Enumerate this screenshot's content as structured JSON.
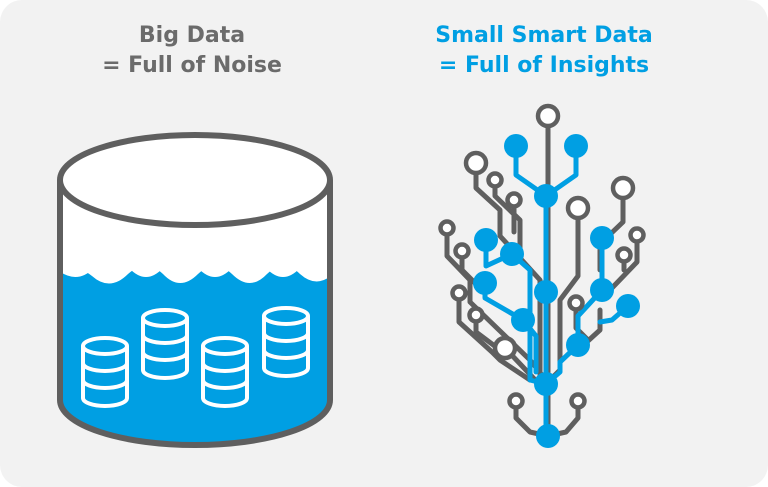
{
  "left_panel": {
    "title_line1": "Big Data",
    "title_line2": "= Full of Noise",
    "title_color": "#6b6b6b",
    "icon": "database-cylinder-icon"
  },
  "right_panel": {
    "title_line1": "Small Smart Data",
    "title_line2": "= Full of Insights",
    "title_color": "#009fe3",
    "icon": "circuit-tree-icon"
  },
  "colors": {
    "background": "#f2f2f2",
    "outline_gray": "#5f5f5f",
    "accent_blue": "#009fe3",
    "white": "#ffffff"
  }
}
